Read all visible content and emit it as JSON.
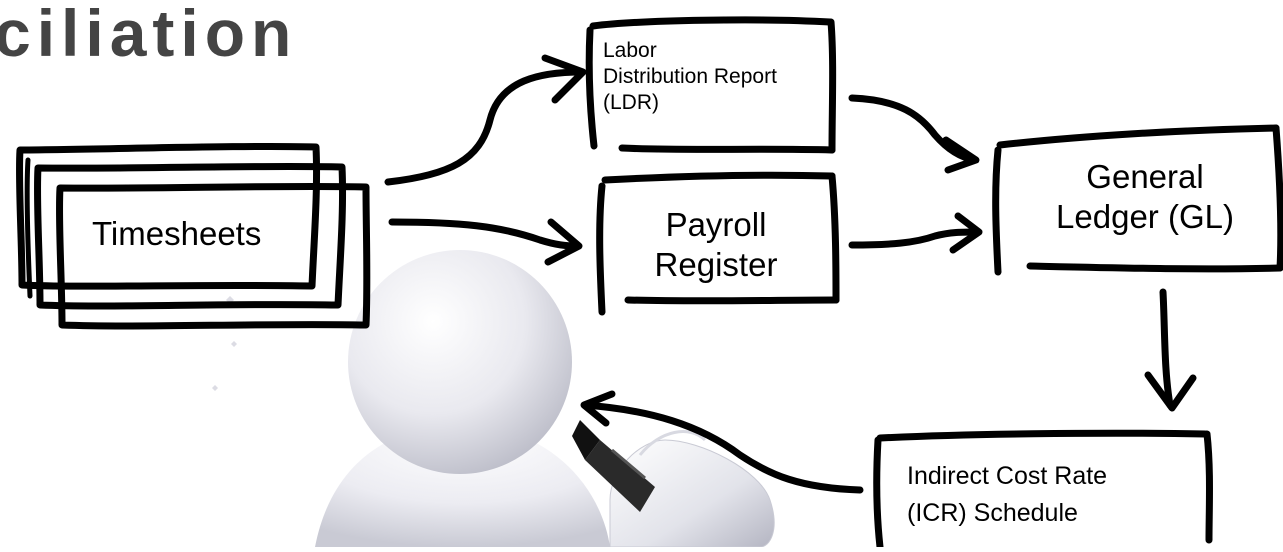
{
  "title_fragment": "ciliation",
  "boxes": {
    "timesheets": "Timesheets",
    "ldr": "Labor\nDistribution Report\n(LDR)",
    "payroll": "Payroll\nRegister",
    "gl": "General\nLedger (GL)",
    "icr": "Indirect Cost Rate\n(ICR) Schedule"
  },
  "colors": {
    "ink": "#000000",
    "title": "#444444",
    "figure_light": "#f4f4f8",
    "figure_shade": "#b8b9c6",
    "marker": "#2a2a2a"
  },
  "icons": [
    "presenter-figure-illustration",
    "marker-pen-illustration"
  ]
}
